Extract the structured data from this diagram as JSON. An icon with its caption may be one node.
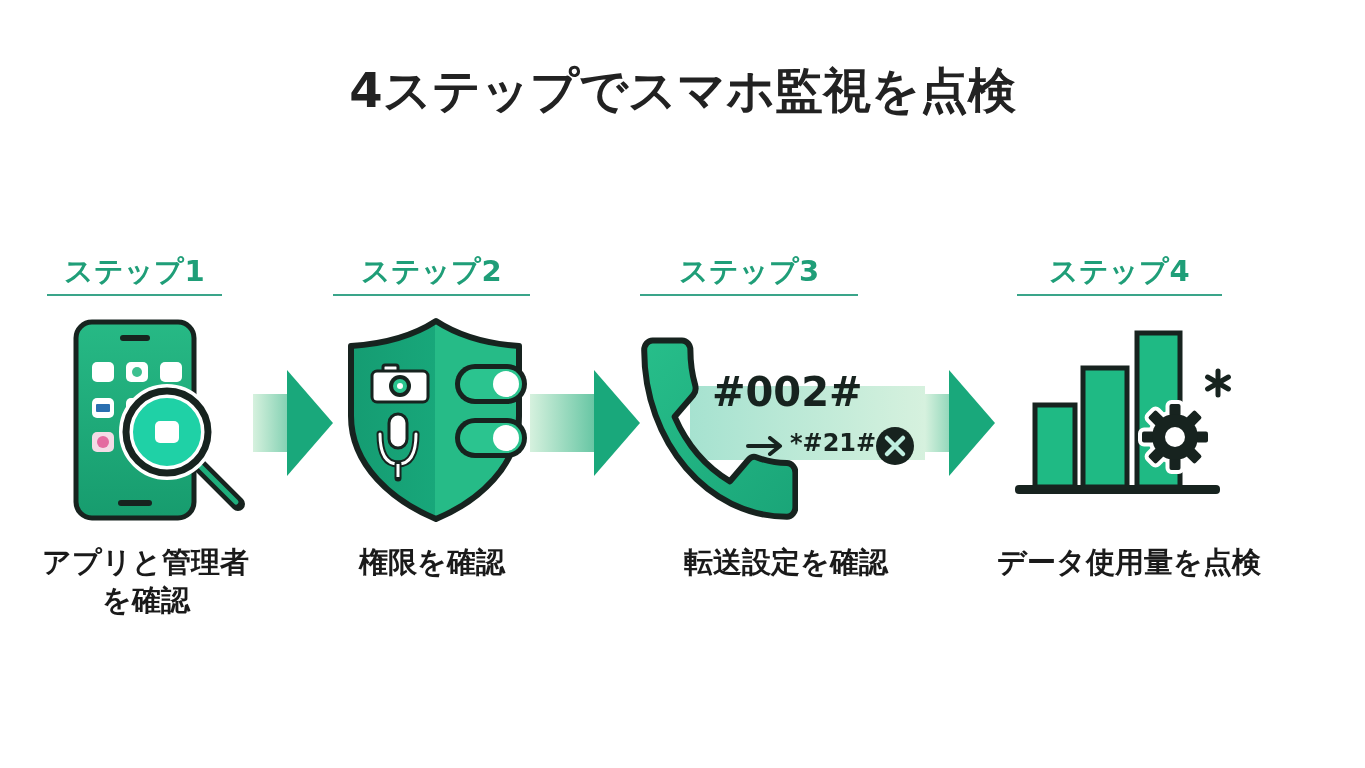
{
  "diagram": {
    "title": "4ステップでスマホ監視を点検",
    "nodes": [
      {
        "text": [
          "ステップ1",
          "アプリと管理者を確認"
        ]
      },
      {
        "text": [
          "ステップ2",
          "権限を確認"
        ]
      },
      {
        "text": [
          "ステップ3",
          "転送設定を確認"
        ]
      },
      {
        "text": [
          "ステップ4",
          "データ使用量を点検"
        ]
      }
    ],
    "edges": [
      {
        "from": 0,
        "to": 1,
        "arrow": "to"
      },
      {
        "from": 1,
        "to": 2,
        "arrow": "to"
      },
      {
        "from": 2,
        "to": 3,
        "arrow": "to"
      }
    ],
    "labels": [
      "#002#",
      "*#21#"
    ]
  }
}
